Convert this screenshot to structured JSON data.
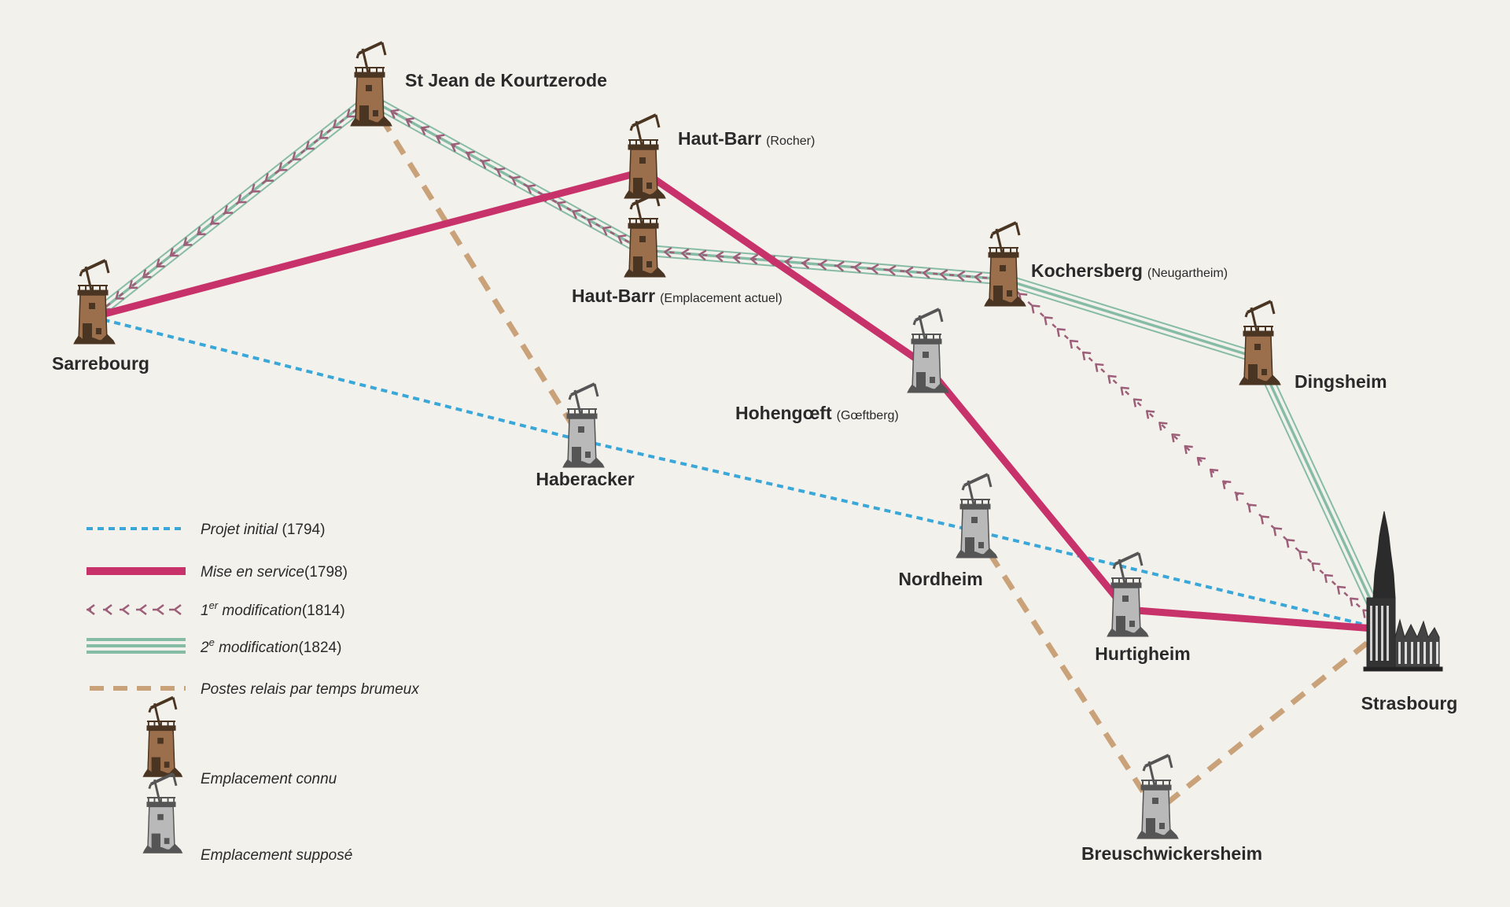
{
  "colors": {
    "background": "#f3f1ec",
    "projet_initial": "#3aa7d9",
    "mise_en_service": "#c8326a",
    "modification_1814": "#9c5e78",
    "modification_1824": "#86bca6",
    "postes_relais": "#c9a27a",
    "tower_known": "#9b6f4b",
    "tower_supposed": "#b9b9b9"
  },
  "stations": [
    {
      "id": "sarrebourg",
      "name": "Sarrebourg",
      "sub": "",
      "status": "known",
      "icon": "telegraph-tower-icon"
    },
    {
      "id": "stjean",
      "name": "St Jean de Kourtzerode",
      "sub": "",
      "status": "known",
      "icon": "telegraph-tower-icon"
    },
    {
      "id": "hautbarr_rocher",
      "name": "Haut-Barr",
      "sub": "(Rocher)",
      "status": "known",
      "icon": "telegraph-tower-icon"
    },
    {
      "id": "hautbarr_actuel",
      "name": "Haut-Barr",
      "sub": "(Emplacement actuel)",
      "status": "known",
      "icon": "telegraph-tower-icon"
    },
    {
      "id": "kochersberg",
      "name": "Kochersberg",
      "sub": "(Neugartheim)",
      "status": "known",
      "icon": "telegraph-tower-icon"
    },
    {
      "id": "dingsheim",
      "name": "Dingsheim",
      "sub": "",
      "status": "known",
      "icon": "telegraph-tower-icon"
    },
    {
      "id": "hohengoeft",
      "name": "Hohengœft",
      "sub": "(Gœftberg)",
      "status": "supposed",
      "icon": "telegraph-tower-icon"
    },
    {
      "id": "haberacker",
      "name": "Haberacker",
      "sub": "",
      "status": "supposed",
      "icon": "telegraph-tower-icon"
    },
    {
      "id": "nordheim",
      "name": "Nordheim",
      "sub": "",
      "status": "supposed",
      "icon": "telegraph-tower-icon"
    },
    {
      "id": "hurtigheim",
      "name": "Hurtigheim",
      "sub": "",
      "status": "supposed",
      "icon": "telegraph-tower-icon"
    },
    {
      "id": "breuschwickersheim",
      "name": "Breuschwickersheim",
      "sub": "",
      "status": "supposed",
      "icon": "telegraph-tower-icon"
    },
    {
      "id": "strasbourg",
      "name": "Strasbourg",
      "sub": "",
      "status": "city",
      "icon": "cathedral-icon"
    }
  ],
  "routes": {
    "projet_initial": [
      "sarrebourg",
      "haberacker",
      "nordheim",
      "strasbourg"
    ],
    "mise_en_service": [
      "sarrebourg",
      "hautbarr_rocher",
      "hohengoeft",
      "hurtigheim",
      "strasbourg"
    ],
    "modification_1814": [
      "strasbourg",
      "kochersberg",
      "hautbarr_actuel",
      "stjean",
      "sarrebourg"
    ],
    "modification_1824": [
      "sarrebourg",
      "stjean",
      "hautbarr_actuel",
      "kochersberg",
      "dingsheim",
      "strasbourg"
    ],
    "postes_relais": [
      [
        "sarrebourg",
        "stjean",
        "haberacker"
      ],
      [
        "nordheim",
        "breuschwickersheim",
        "strasbourg"
      ]
    ]
  },
  "legend": {
    "projet_initial": {
      "text": "Projet initial",
      "date": "(1794)"
    },
    "mise_en_service": {
      "text": "Mise en service",
      "date": "(1798)"
    },
    "modification_1814": {
      "prefix": "1",
      "sup": "er",
      "text": " modification",
      "date": "(1814)"
    },
    "modification_1824": {
      "prefix": "2",
      "sup": "e",
      "text": " modification",
      "date": "(1824)"
    },
    "postes_relais": {
      "text": "Postes relais par temps brumeux"
    },
    "emplacement_connu": {
      "text": "Emplacement connu"
    },
    "emplacement_suppose": {
      "text": "Emplacement supposé"
    }
  }
}
